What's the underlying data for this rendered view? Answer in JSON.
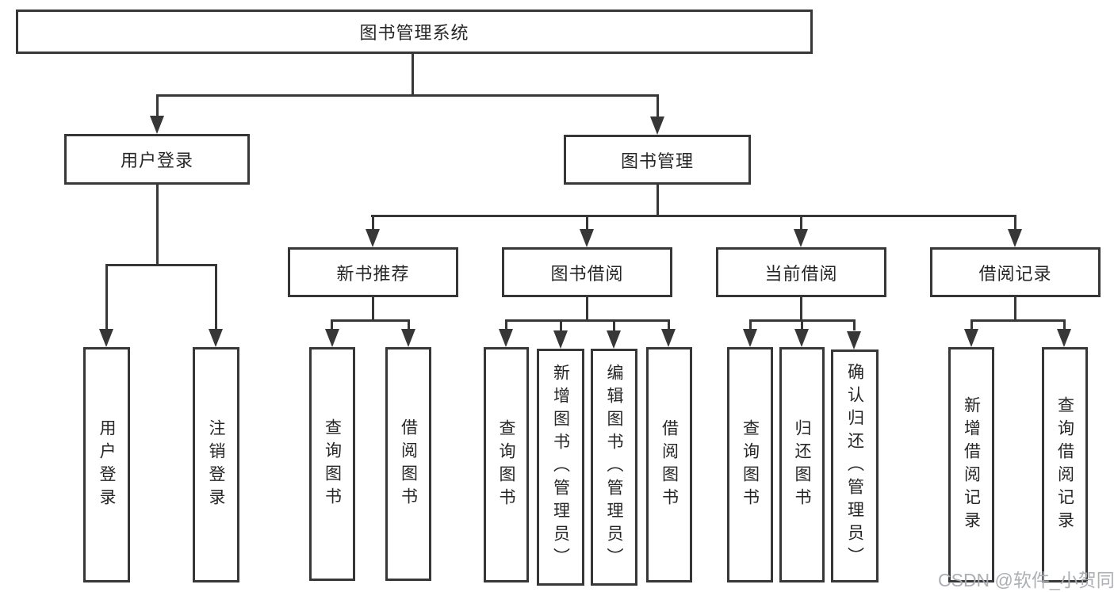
{
  "tree": {
    "label": "图书管理系统",
    "children": [
      {
        "label": "用户登录",
        "children": [
          {
            "label": "用户登录"
          },
          {
            "label": "注销登录"
          }
        ]
      },
      {
        "label": "图书管理",
        "children": [
          {
            "label": "新书推荐",
            "children": [
              {
                "label": "查询图书"
              },
              {
                "label": "借阅图书"
              }
            ]
          },
          {
            "label": "图书借阅",
            "children": [
              {
                "label": "查询图书"
              },
              {
                "label": "新增图书（管理员）"
              },
              {
                "label": "编辑图书（管理员）"
              },
              {
                "label": "借阅图书"
              }
            ]
          },
          {
            "label": "当前借阅",
            "children": [
              {
                "label": "查询图书"
              },
              {
                "label": "归还图书"
              },
              {
                "label": "确认归还（管理员）"
              }
            ]
          },
          {
            "label": "借阅记录",
            "children": [
              {
                "label": "新增借阅记录"
              },
              {
                "label": "查询借阅记录"
              }
            ]
          }
        ]
      }
    ]
  },
  "watermark": {
    "text": "CSDN @软件_小贺同学"
  },
  "colors": {
    "line": "#373737",
    "text": "#262626",
    "watermark": "#a8abb0",
    "background": "#ffffff"
  }
}
